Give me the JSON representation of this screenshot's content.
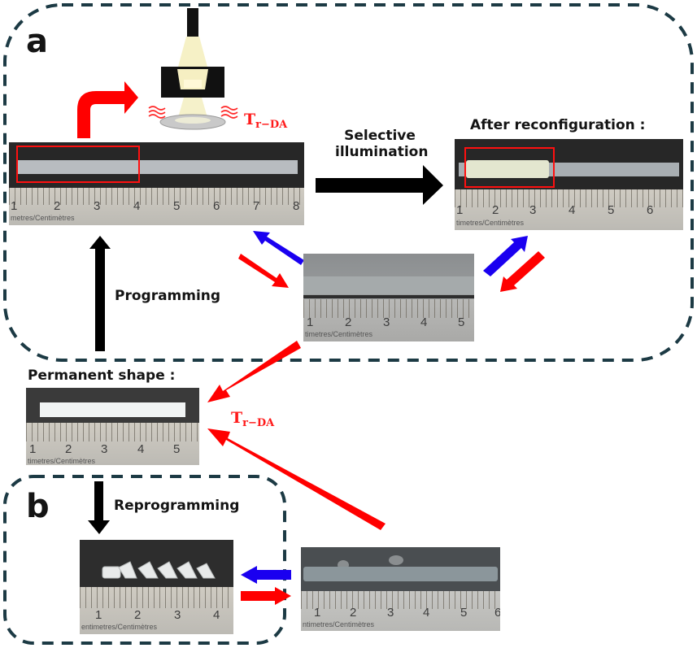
{
  "panels": {
    "a": {
      "letter": "a",
      "labels": {
        "selective_1": "Selective",
        "selective_2": "illumination",
        "after": "After reconfiguration :",
        "programming": "Programming",
        "temperature_main": "T",
        "temperature_sub": "r−DA"
      },
      "photos": {
        "programmed": {
          "ruler_numbers": [
            "1",
            "2",
            "3",
            "4",
            "5",
            "6",
            "7",
            "8"
          ],
          "ruler_unit": "metres/Centimètres"
        },
        "reconfigured": {
          "ruler_numbers": [
            "1",
            "2",
            "3",
            "4",
            "5",
            "6"
          ],
          "ruler_unit": "timetres/Centimètres"
        },
        "intermediate": {
          "ruler_numbers": [
            "1",
            "2",
            "3",
            "4",
            "5"
          ],
          "ruler_unit": "timetres/Centimètres"
        }
      }
    },
    "permanent": {
      "label": "Permanent shape :",
      "temperature_main": "T",
      "temperature_sub": "r−DA",
      "photo": {
        "ruler_numbers": [
          "1",
          "2",
          "3",
          "4",
          "5"
        ],
        "ruler_unit": "timetres/Centimètres"
      }
    },
    "b": {
      "letter": "b",
      "labels": {
        "reprogramming": "Reprogramming"
      },
      "photos": {
        "helix": {
          "ruler_numbers": [
            "1",
            "2",
            "3",
            "4"
          ],
          "ruler_unit": "entimetres/Centimètres"
        },
        "flat": {
          "ruler_numbers": [
            "1",
            "2",
            "3",
            "4",
            "5",
            "6"
          ],
          "ruler_unit": "ntimetres/Centimètres"
        }
      }
    }
  },
  "colors": {
    "heat_arrow": "#ff0000",
    "cool_arrow": "#1a00f0",
    "process_arrow": "#000000",
    "dashed_border": "#1c3a44",
    "highlight_box": "#ff1010"
  }
}
